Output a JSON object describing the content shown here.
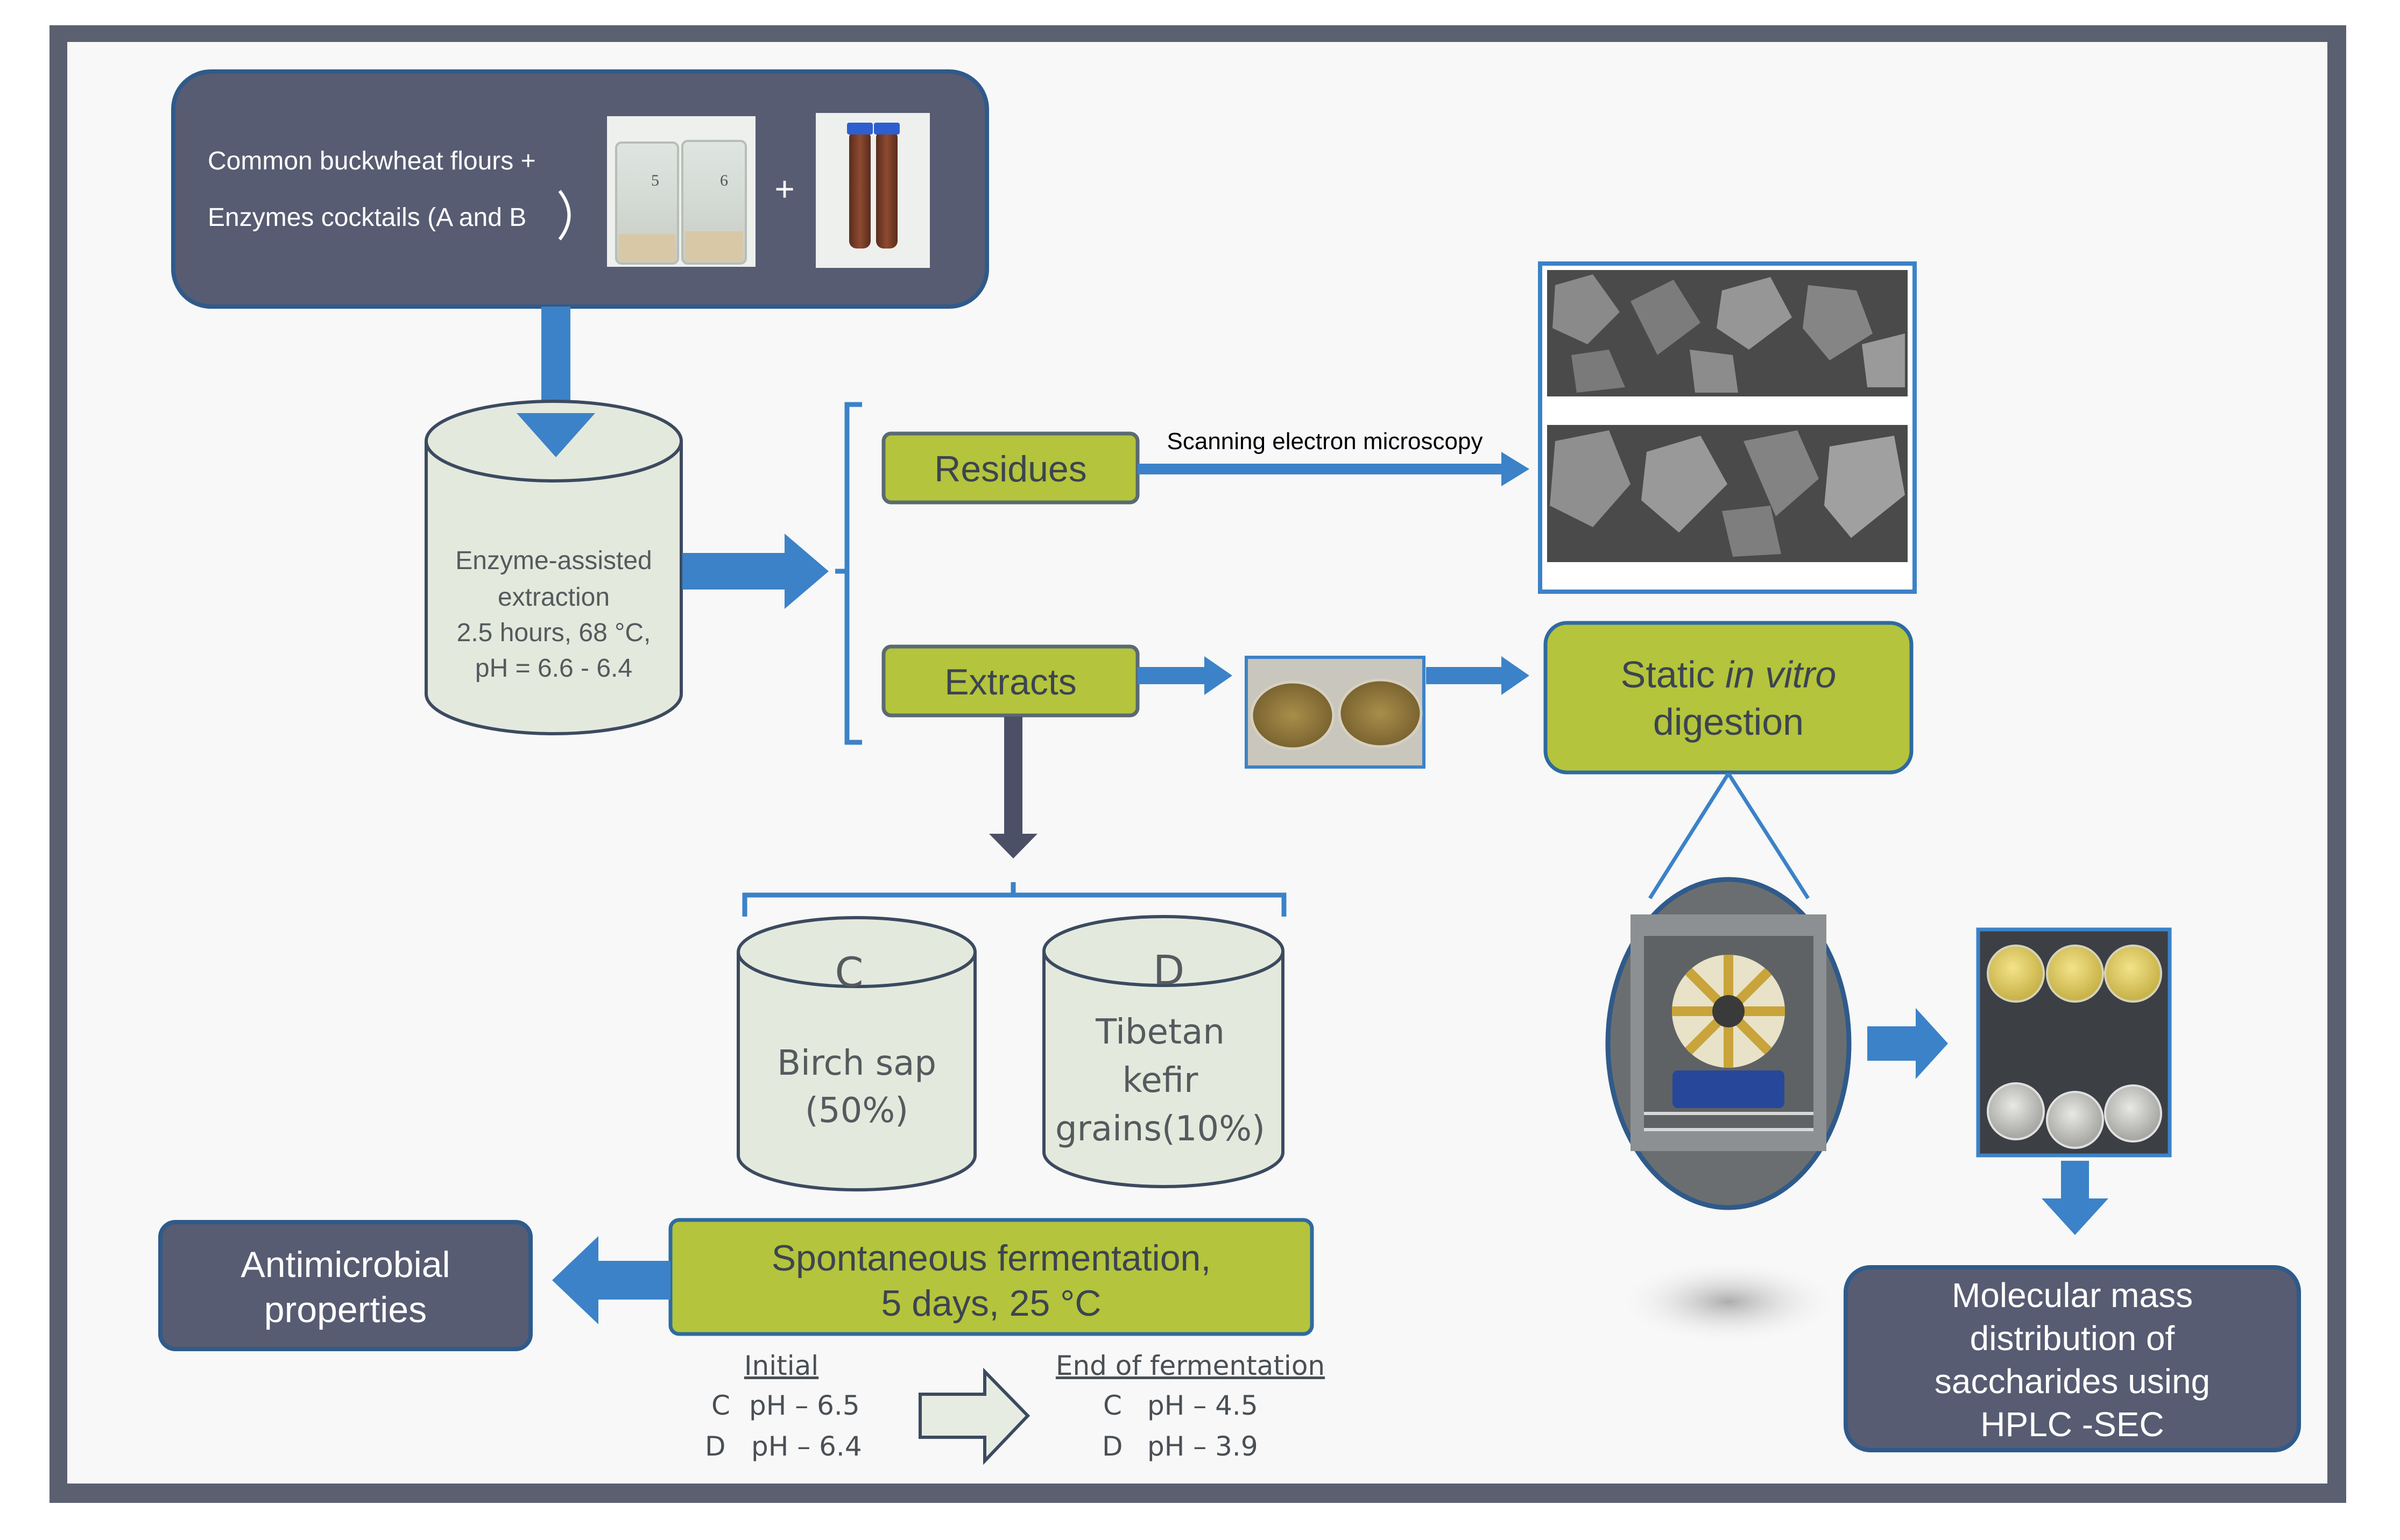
{
  "colors": {
    "frame": "#5b6070",
    "panel": "#f7f8f7",
    "slate_box": "#575c72",
    "slate_border": "#2f5a8a",
    "green_box": "#b4c43c",
    "green_border": "#5a6a72",
    "arrow_blue": "#3c82c8",
    "arrow_dark": "#4b5066",
    "cylinder_fill": "#e4e9dd",
    "cylinder_stroke": "#3c4a60"
  },
  "start_box": {
    "line1": "Common buckwheat flours +",
    "line2": "Enzymes cocktails (A and B",
    "plus": "+"
  },
  "extraction": {
    "lines": [
      "Enzyme-assisted",
      "extraction",
      "2.5 hours, 68 °C,",
      "pH = 6.6 - 6.4"
    ]
  },
  "residues": {
    "label": "Residues",
    "arrow_label": "Scanning electron microscopy"
  },
  "extracts": {
    "label": "Extracts"
  },
  "digestion": {
    "text_pre": "Static ",
    "text_italic": "in vitro",
    "line2": "digestion"
  },
  "cyl_c": {
    "letter": "C",
    "lines": [
      "Birch sap",
      "(50%)"
    ]
  },
  "cyl_d": {
    "letter": "D",
    "lines": [
      "Tibetan",
      "kefir",
      "grains(10%)"
    ]
  },
  "fermentation": {
    "lines": [
      "Spontaneous fermentation,",
      "5 days, 25 °C"
    ]
  },
  "antimicrobial": {
    "lines": [
      "Antimicrobial",
      "properties"
    ]
  },
  "molecular": {
    "lines": [
      "Molecular mass",
      "distribution of",
      "saccharides using",
      "HPLC -SEC"
    ]
  },
  "ph_initial": {
    "heading": "Initial",
    "rows": [
      {
        "sample": "C",
        "value": "pH – 6.5"
      },
      {
        "sample": "D",
        "value": "pH – 6.4"
      }
    ]
  },
  "ph_end": {
    "heading": "End of fermentation",
    "rows": [
      {
        "sample": "C",
        "value": "pH – 4.5"
      },
      {
        "sample": "D",
        "value": "pH – 3.9"
      }
    ]
  }
}
